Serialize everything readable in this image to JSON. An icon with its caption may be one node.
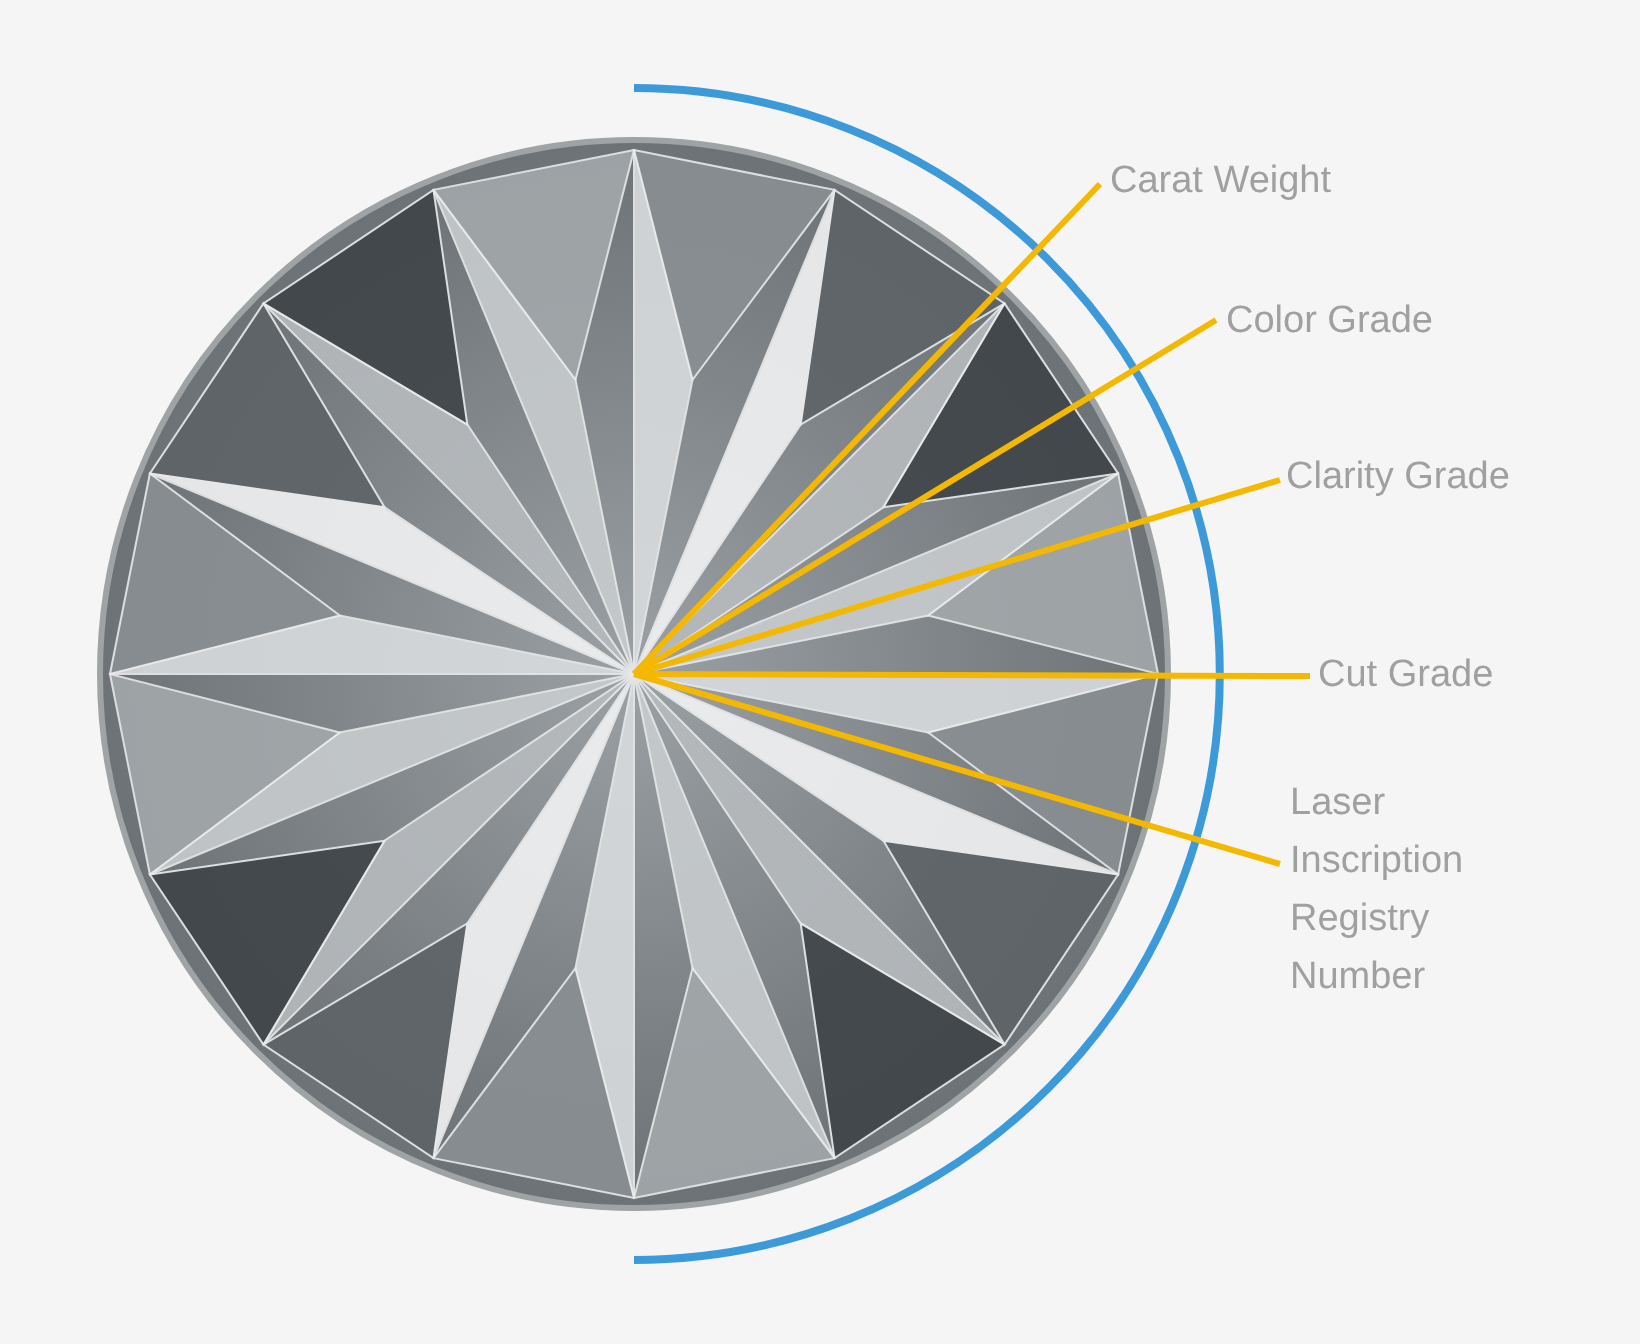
{
  "diagram": {
    "nodes": [
      {
        "text": [
          "Carat Weight"
        ]
      },
      {
        "text": [
          "Color Grade"
        ]
      },
      {
        "text": [
          "Clarity Grade"
        ]
      },
      {
        "text": [
          "Cut Grade"
        ]
      },
      {
        "text": [
          "Laser Inscription Registry Number"
        ]
      }
    ],
    "edges": [
      {
        "from": 0,
        "to": null,
        "arrow": "none"
      },
      {
        "from": 1,
        "to": null,
        "arrow": "none"
      },
      {
        "from": 2,
        "to": null,
        "arrow": "none"
      },
      {
        "from": 3,
        "to": null,
        "arrow": "none"
      },
      {
        "from": 4,
        "to": null,
        "arrow": "none"
      }
    ]
  }
}
